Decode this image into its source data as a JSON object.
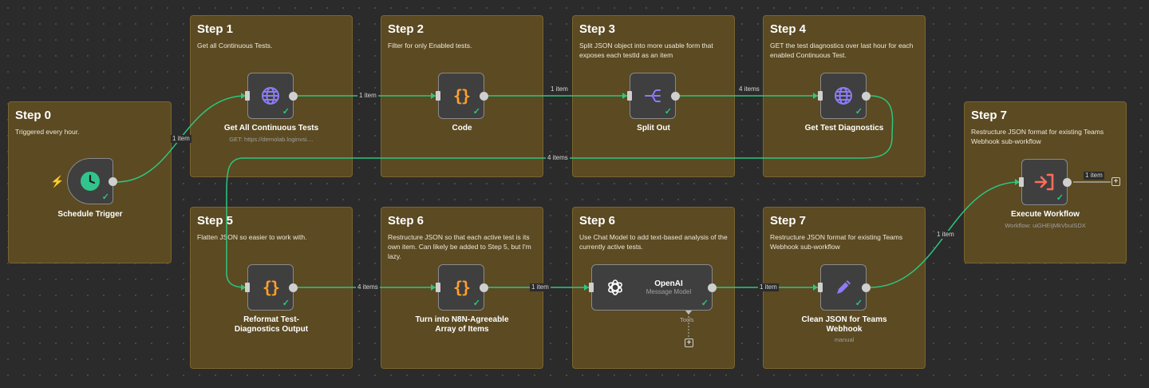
{
  "stickies": {
    "s0": {
      "title": "Step 0",
      "text": "Triggered every hour."
    },
    "s1": {
      "title": "Step 1",
      "text": "Get all Continuous Tests."
    },
    "s2": {
      "title": "Step 2",
      "text": "Filter for only Enabled tests."
    },
    "s3": {
      "title": "Step 3",
      "text": "Split JSON object into more usable form that exposes each testId as an item"
    },
    "s4": {
      "title": "Step 4",
      "text": "GET the test diagnostics over last hour for each enabled Continuous Test."
    },
    "s5": {
      "title": "Step 5",
      "text": "Flatten JSON so easier to work with."
    },
    "s6a": {
      "title": "Step 6",
      "text": "Restructure JSON so that each active test is its own item. Can likely be added to Step 5, but I'm lazy."
    },
    "s6b": {
      "title": "Step 6",
      "text": "Use Chat Model to add text-based analysis of the currently active tests."
    },
    "s7a": {
      "title": "Step 7",
      "text": "Restructure JSON format for existing Teams Webhook sub-workflow"
    },
    "s7b": {
      "title": "Step 7",
      "text": "Restructure JSON format for existing Teams Webhook sub-workflow"
    }
  },
  "nodes": {
    "schedule": {
      "label": "Schedule Trigger",
      "icon": "clock-icon"
    },
    "get_all": {
      "label": "Get All Continuous Tests",
      "sub": "GET: https://demolab.loginvsi....",
      "icon": "globe-icon"
    },
    "code": {
      "label": "Code",
      "icon": "braces-icon"
    },
    "split": {
      "label": "Split Out",
      "icon": "split-icon"
    },
    "get_diag": {
      "label": "Get Test Diagnostics",
      "icon": "globe-icon"
    },
    "reformat": {
      "label": "Reformat Test-Diagnostics Output",
      "icon": "braces-icon"
    },
    "turn_into": {
      "label": "Turn into N8N-Agreeable Array of Items",
      "icon": "braces-icon"
    },
    "openai": {
      "title": "OpenAI",
      "sub": "Message Model",
      "tools": "Tools",
      "icon": "openai-icon"
    },
    "clean": {
      "label": "Clean JSON for Teams Webhook",
      "sub": "manual",
      "icon": "pencil-icon"
    },
    "execute": {
      "label": "Execute Workflow",
      "sub": "Workflow: uiGHEIjMkVbuISDX",
      "icon": "execute-icon"
    }
  },
  "edges": {
    "e0": "1 item",
    "e1": "1 item",
    "e2": "1 item",
    "e3": "4 items",
    "e4": "4 items",
    "e5": "4 items",
    "e6": "1 item",
    "e7": "1 item",
    "e8": "1 item",
    "e9": "1 item"
  },
  "colors": {
    "canvas": "#2b2b2b",
    "sticky": "#5b4a22",
    "edge": "#2dc67f",
    "trigger_accent": "#ff6d5a",
    "clock": "#31c48d",
    "code": "#ff9f2e",
    "globe": "#8b7cf6"
  }
}
